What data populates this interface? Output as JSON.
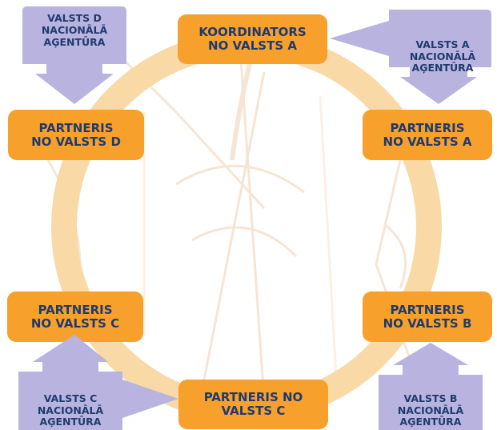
{
  "colors": {
    "node_fill": "#f7a02c",
    "agency_fill": "#b8b4df",
    "text": "#1f3b6e",
    "ring": "#f9d9a6",
    "background_sketch": "#f6e3d0"
  },
  "nodes": {
    "coordinator": [
      "KOORDINATORS",
      "NO VALSTS A"
    ],
    "partner_d": [
      "PARTNERIS",
      "NO VALSTS D"
    ],
    "partner_a": [
      "PARTNERIS",
      "NO VALSTS A"
    ],
    "partner_c_left": [
      "PARTNERIS",
      "NO VALSTS C"
    ],
    "partner_b": [
      "PARTNERIS",
      "NO VALSTS B"
    ],
    "partner_c_bottom": [
      "PARTNERIS NO",
      "VALSTS C"
    ]
  },
  "agencies": {
    "d": [
      "VALSTS D",
      "NACIONĀLĀ",
      "AĢENTŪRA"
    ],
    "a": [
      "VALSTS A",
      "NACIONĀLĀ",
      "AĢENTŪRA"
    ],
    "c": [
      "VALSTS C",
      "NACIONĀLĀ",
      "AĢENTŪRA"
    ],
    "b": [
      "VALSTS B",
      "NACIONĀLĀ",
      "AĢENTŪRA"
    ]
  }
}
